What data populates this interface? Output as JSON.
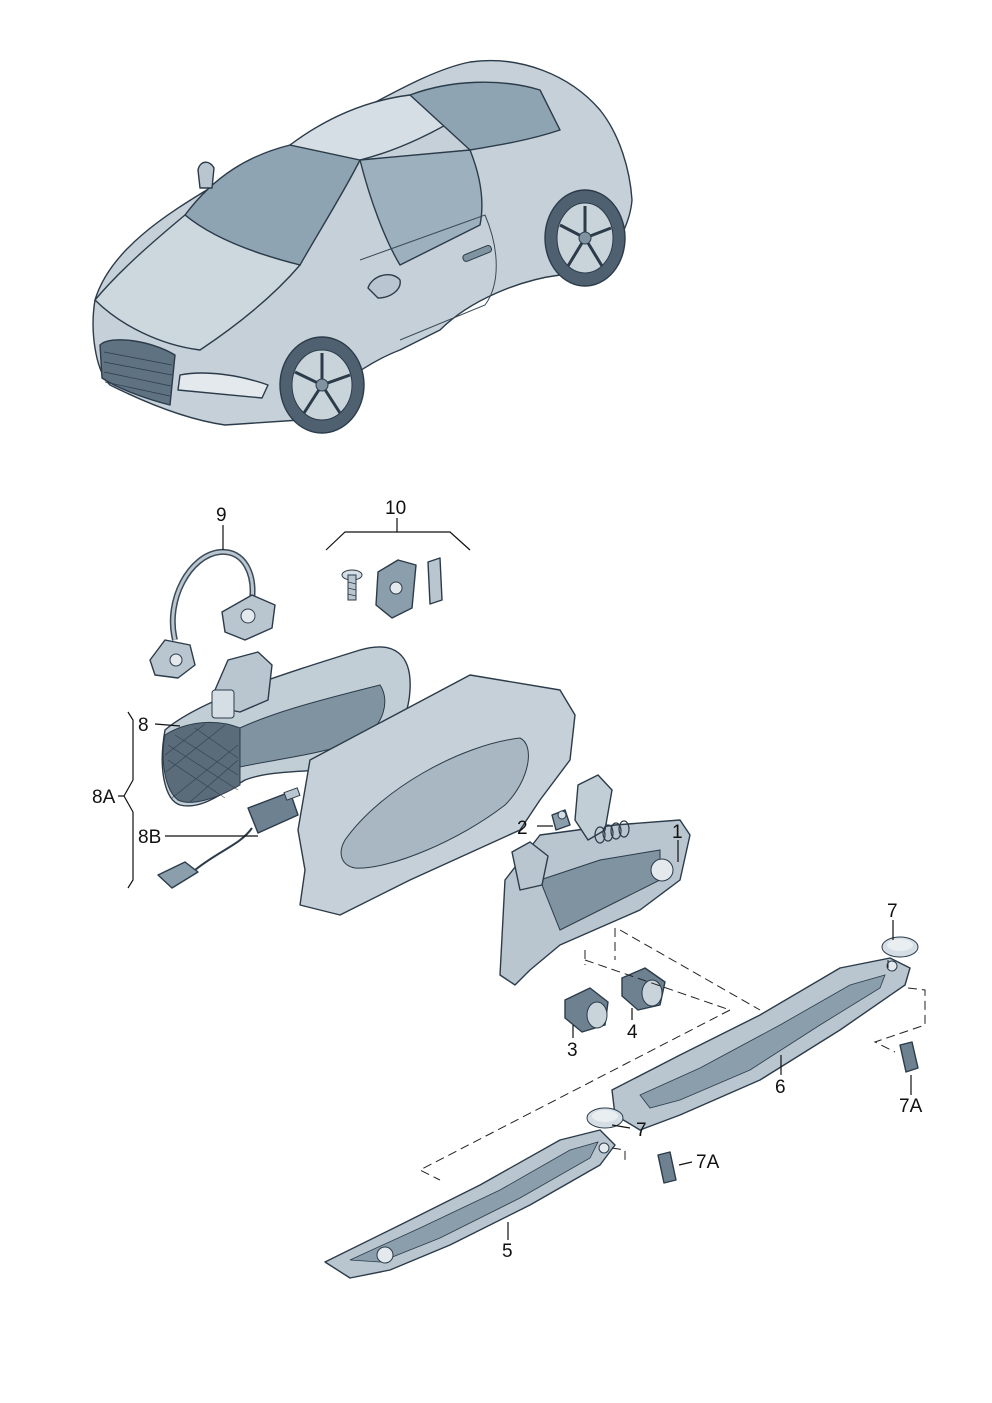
{
  "callouts": {
    "p1": "1",
    "p2": "2",
    "p3": "3",
    "p4": "4",
    "p5": "5",
    "p6": "6",
    "p7a": "7",
    "p7b": "7",
    "p7Aa": "7A",
    "p7Ab": "7A",
    "p8": "8",
    "p8A": "8A",
    "p8B": "8B",
    "p9": "9",
    "p10": "10"
  },
  "colors": {
    "part_fill": "#b9c6cf",
    "part_light": "#d5dee4",
    "part_dark": "#7f93a1",
    "glass": "#8fa4b2",
    "outline": "#2b3b4a"
  }
}
